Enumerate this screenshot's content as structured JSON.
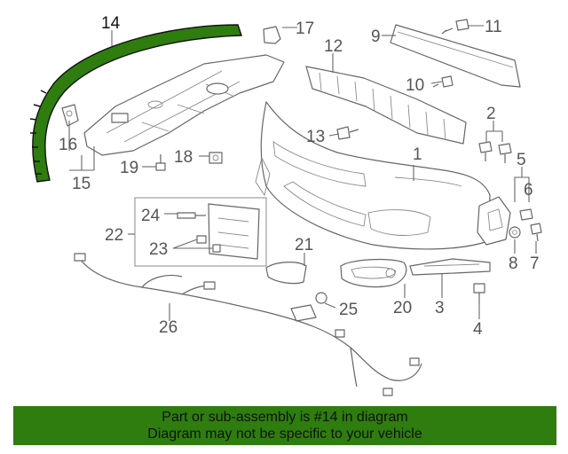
{
  "diagram": {
    "highlight_color": "#2e7d0e",
    "callouts": {
      "c1": "1",
      "c2": "2",
      "c3": "3",
      "c4": "4",
      "c5": "5",
      "c6": "6",
      "c7": "7",
      "c8": "8",
      "c9": "9",
      "c10": "10",
      "c11": "11",
      "c12": "12",
      "c13": "13",
      "c14": "14",
      "c15": "15",
      "c16": "16",
      "c17": "17",
      "c18": "18",
      "c19": "19",
      "c20": "20",
      "c21": "21",
      "c22": "22",
      "c23": "23",
      "c24": "24",
      "c25": "25",
      "c26": "26"
    }
  },
  "banner": {
    "line1": "Part or sub-assembly is #14 in diagram",
    "line2": "Diagram may not be specific to your vehicle"
  }
}
